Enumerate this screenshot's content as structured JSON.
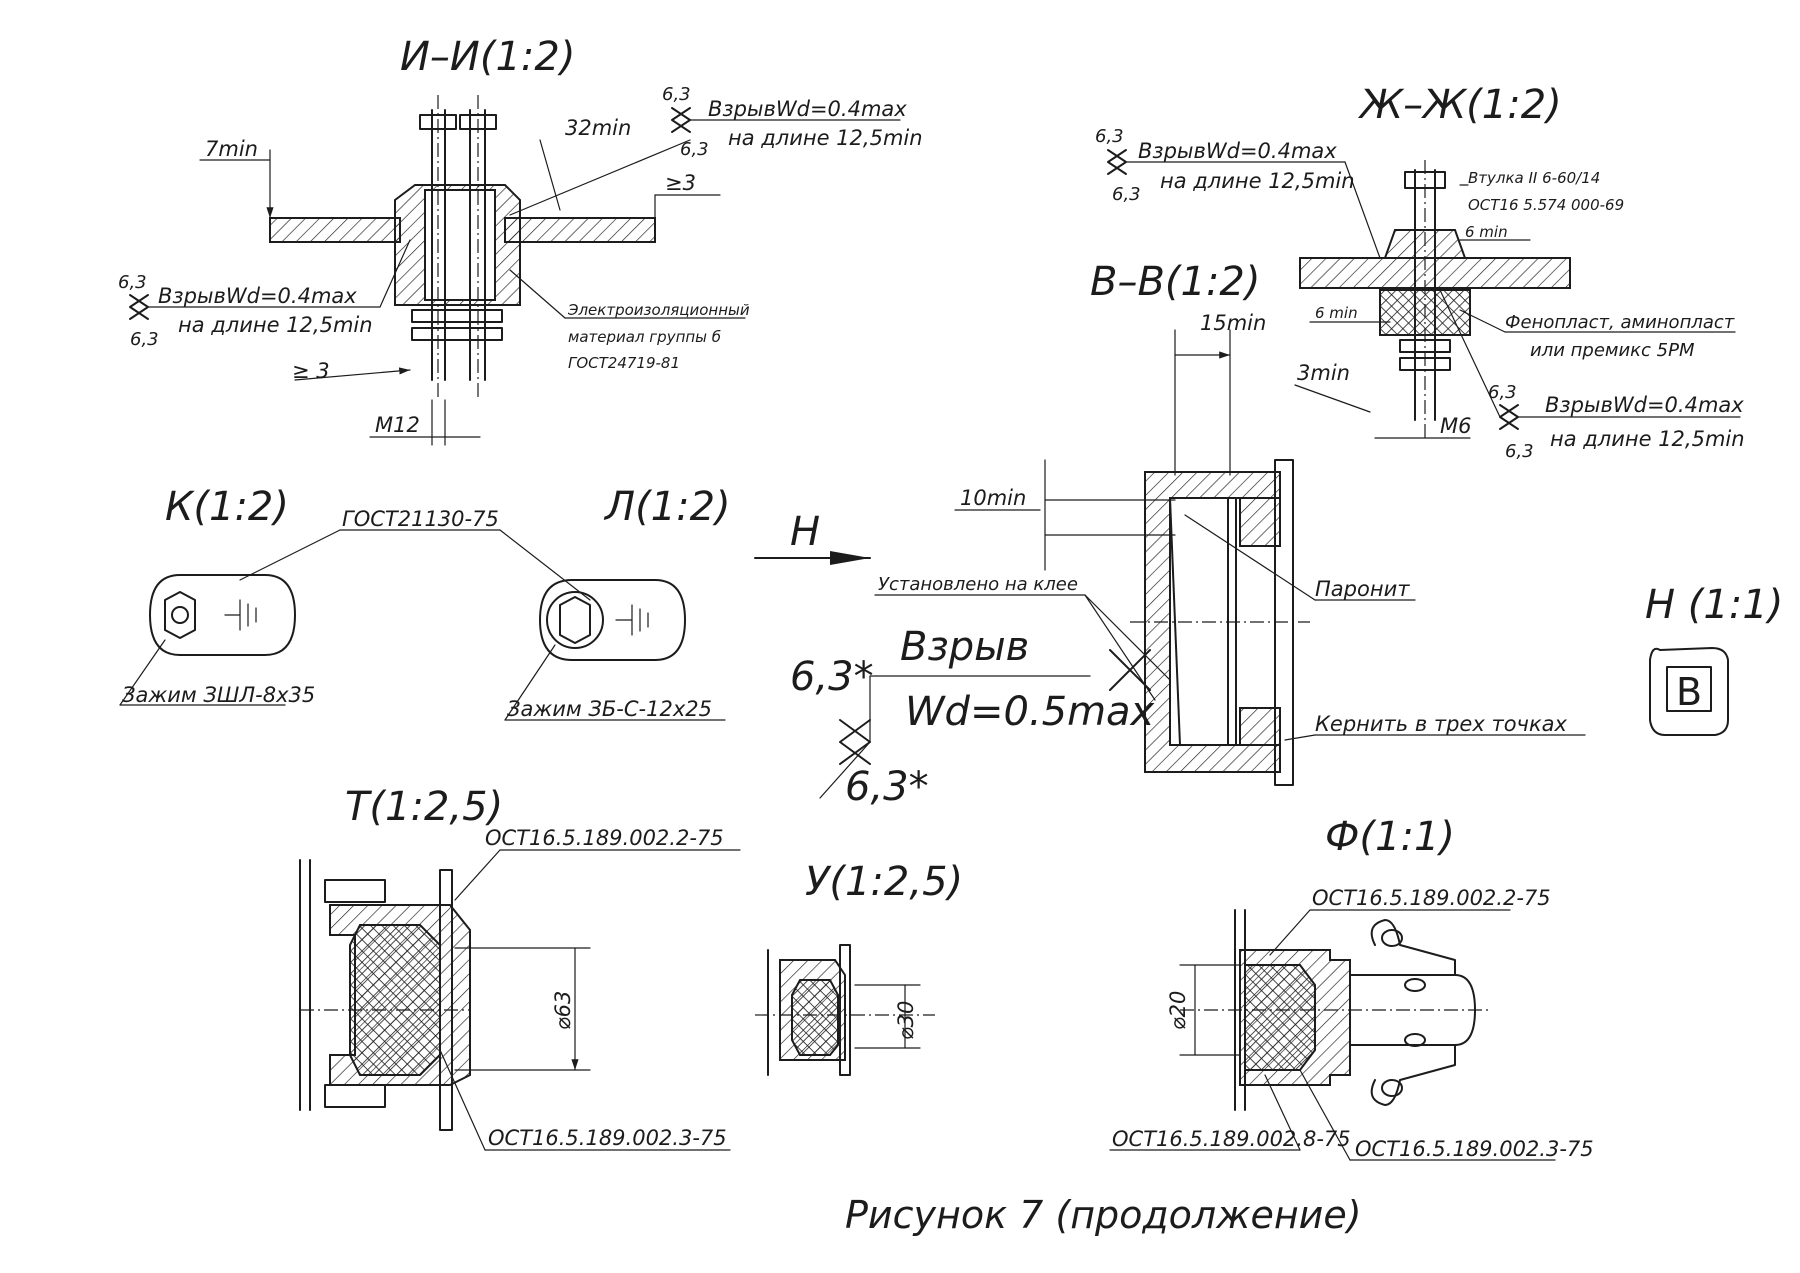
{
  "sections": {
    "ii": {
      "title": "И–И(1:2)",
      "dim_7min": "7min",
      "dim_32min": "32min",
      "dim_ge3_right": "≥3",
      "dim_ge3_bottom": "≥ 3",
      "dim_m12": "М12",
      "weld_top": {
        "rough_top": "6,3",
        "rough_bottom": "6,3",
        "line1": "ВзрывWd=0.4max",
        "line2": "на длине 12,5min"
      },
      "weld_left": {
        "rough_top": "6,3",
        "rough_bottom": "6,3",
        "line1": "ВзрывWd=0.4max",
        "line2": "на длине 12,5min"
      },
      "insulation_line1": "Электроизоляционный",
      "insulation_line2": "материал группы б",
      "insulation_line3": "ГОСТ24719-81"
    },
    "zhzh": {
      "title": "Ж–Ж(1:2)",
      "weld_top": {
        "rough_top": "6,3",
        "rough_bottom": "6,3",
        "line1": "ВзрывWd=0.4max",
        "line2": "на длине 12,5min"
      },
      "bushing_line1": "Втулка II 6-60/14",
      "bushing_line2": "ОСТ16 5.574 000-69",
      "dim_6min_right": "6 min",
      "dim_6min_left": "6 min",
      "dim_3min": "3min",
      "dim_m6": "М6",
      "material_line1": "Фенопласт, аминопласт",
      "material_line2": "или премикс 5РМ",
      "weld_bottom": {
        "rough_top": "6,3",
        "rough_bottom": "6,3",
        "line1": "ВзрывWd=0.4max",
        "line2": "на длине 12,5min"
      }
    },
    "vv": {
      "title": "В–В(1:2)",
      "dim_15min": "15min",
      "dim_10min": "10min",
      "glued": "Установлено на клее",
      "paronite": "Паронит",
      "punch": "Кернить в трех точках"
    },
    "k": {
      "title": "К(1:2)",
      "clamp": "Зажим ЗШЛ-8х35"
    },
    "l": {
      "title": "Л(1:2)",
      "clamp": "Зажим ЗБ-С-12х25"
    },
    "gost_label": "ГОСТ21130-75",
    "view_h_arrow": "Н",
    "weld_center": {
      "rough_top": "6,3*",
      "rough_bottom": "6,3*",
      "line1": "Взрыв",
      "line2": "Wd=0.5max"
    },
    "h": {
      "title": "Н (1:1)",
      "mark": "В"
    },
    "t": {
      "title": "Т(1:2,5)",
      "ost_top": "ОСТ16.5.189.002.2-75",
      "ost_bottom": "ОСТ16.5.189.002.3-75",
      "diameter": "⌀63"
    },
    "u": {
      "title": "У(1:2,5)",
      "diameter": "⌀30"
    },
    "f": {
      "title": "Ф(1:1)",
      "ost_top": "ОСТ16.5.189.002.2-75",
      "ost_bottom_left": "ОСТ16.5.189.002.8-75",
      "ost_bottom_right": "ОСТ16.5.189.002.3-75",
      "diameter": "⌀20"
    }
  },
  "caption": "Рисунок 7 (продолжение)"
}
